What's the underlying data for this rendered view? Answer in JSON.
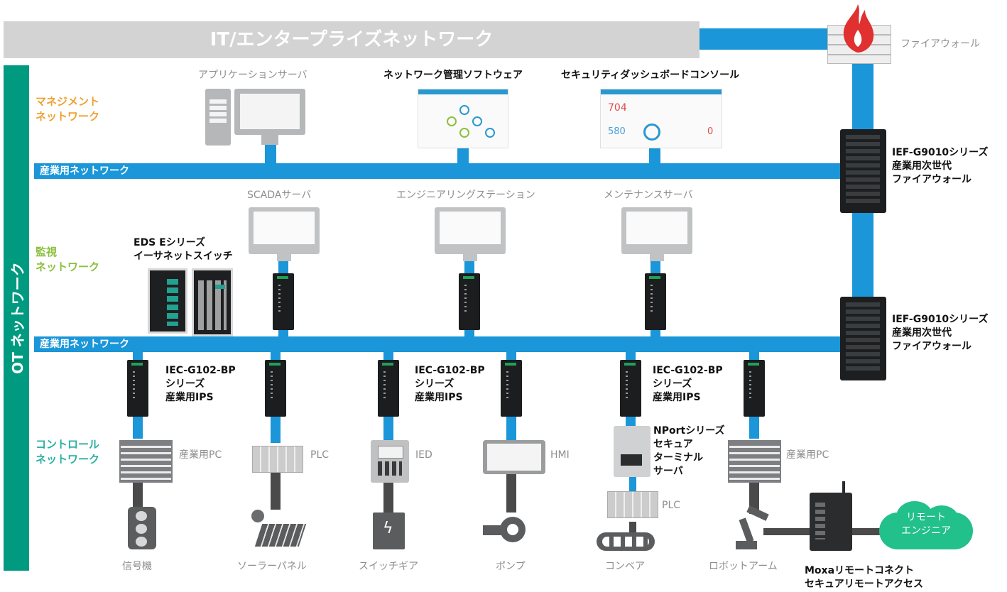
{
  "it_network": {
    "label": "IT/エンタープライズネットワーク"
  },
  "firewall_top": {
    "label": "ファイアウォール"
  },
  "ot_network": {
    "label": "OT ネットワーク"
  },
  "zones": {
    "management": "マネジメント\nネットワーク",
    "monitoring": "監視\nネットワーク",
    "control": "コントロール\nネットワーク"
  },
  "buses": {
    "industrial_upper": "産業用ネットワーク",
    "industrial_lower": "産業用ネットワーク"
  },
  "management_items": {
    "app_server": "アプリケーションサーバ",
    "nms": "ネットワーク管理ソフトウェア",
    "dashboard": "セキュリティダッシュボードコンソール",
    "dashboard_values": [
      "704",
      "580",
      "0"
    ]
  },
  "iefg_upper": "IEF-G9010シリーズ\n産業用次世代\nファイアウォール",
  "iefg_lower": "IEF-G9010シリーズ\n産業用次世代\nファイアウォール",
  "monitoring_items": {
    "scada": "SCADAサーバ",
    "engineering": "エンジニアリングステーション",
    "maintenance": "メンテナンスサーバ",
    "eds": "EDS Eシリーズ\nイーサネットスイッチ"
  },
  "iec_label": "IEC-G102-BP\nシリーズ\n産業用IPS",
  "nport_label": "NPortシリーズ\nセキュア\nターミナル\nサーバ",
  "control_items": {
    "pc1": "産業用PC",
    "plc1": "PLC",
    "ied": "IED",
    "hmi": "HMI",
    "plc2": "PLC",
    "pc2": "産業用PC"
  },
  "field_items": {
    "signal": "信号機",
    "solar": "ソーラーパネル",
    "switchgear": "スイッチギア",
    "pump": "ポンプ",
    "conveyor": "コンベア",
    "robot": "ロボットアーム"
  },
  "remote": {
    "cloud": "リモート\nエンジニア",
    "moxa": "Moxaリモートコネクト\nセキュアリモートアクセス"
  },
  "colors": {
    "pipe": "#1a96d9",
    "it_bar": "#d3d3d3",
    "ot_bar": "#009a80",
    "management": "#f0a030",
    "monitoring": "#8cbf3f",
    "control": "#2ab0a0",
    "cloud": "#22c08a",
    "flame": "#e03030"
  }
}
